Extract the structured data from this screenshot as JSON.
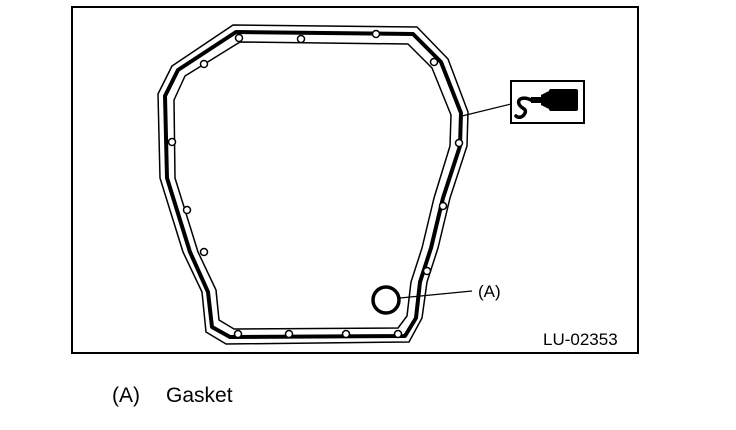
{
  "figure": {
    "callout_a": "(A)",
    "figure_id": "LU-02353",
    "sealant_icon": "sealant-tube-icon"
  },
  "legend": {
    "items": [
      {
        "key": "(A)",
        "label": "Gasket"
      }
    ]
  },
  "colors": {
    "line": "#000000",
    "background": "#ffffff"
  }
}
